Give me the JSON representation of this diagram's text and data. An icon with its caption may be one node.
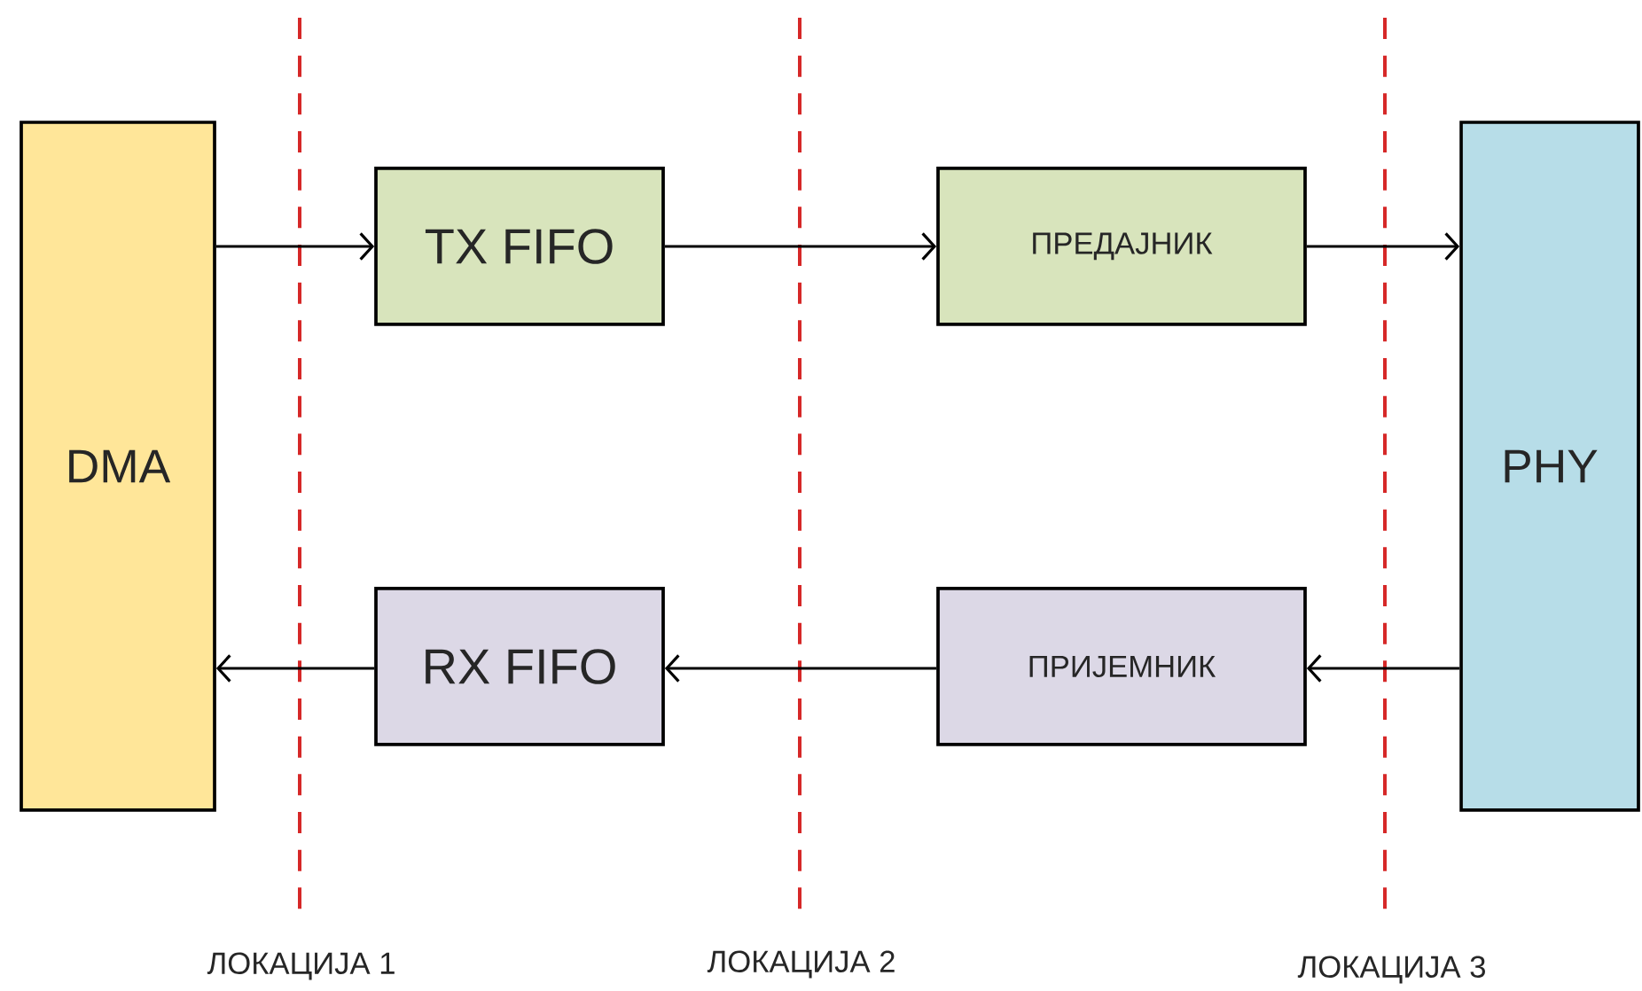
{
  "diagram": {
    "nodes": [
      {
        "text": [
          "DMA"
        ]
      },
      {
        "text": [
          "TX FIFO"
        ]
      },
      {
        "text": [
          "ПРЕДАЈНИК"
        ]
      },
      {
        "text": [
          "RX FIFO"
        ]
      },
      {
        "text": [
          "ПРИЈЕМНИК"
        ]
      },
      {
        "text": [
          "PHY"
        ]
      }
    ],
    "edges": [
      {
        "from": 0,
        "to": 1,
        "arrow": "to"
      },
      {
        "from": 1,
        "to": 2,
        "arrow": "to"
      },
      {
        "from": 2,
        "to": 5,
        "arrow": "to"
      },
      {
        "from": 5,
        "to": 4,
        "arrow": "to"
      },
      {
        "from": 4,
        "to": 3,
        "arrow": "to"
      },
      {
        "from": 3,
        "to": 0,
        "arrow": "to"
      }
    ],
    "labels": [
      "ЛОКАЦИЈА 1",
      "ЛОКАЦИЈА 2",
      "ЛОКАЦИЈА 3"
    ]
  }
}
